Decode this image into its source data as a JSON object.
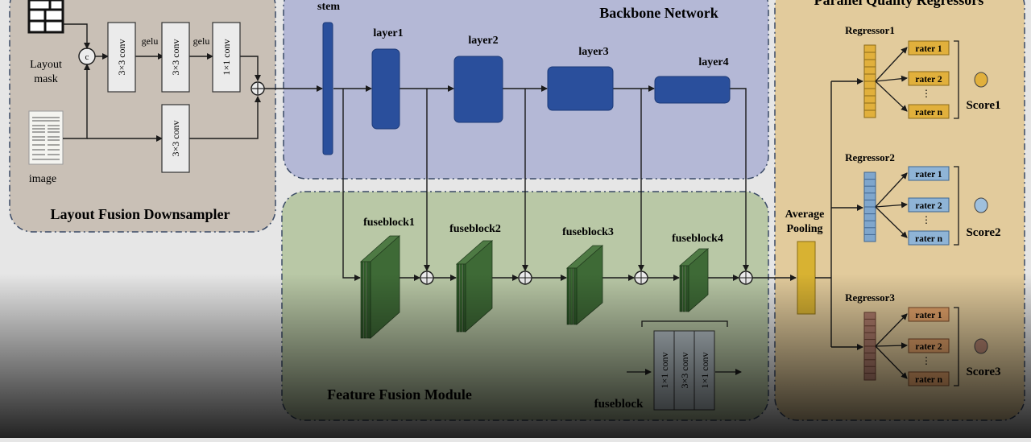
{
  "colors": {
    "background": "#e6e6e6",
    "layout_panel": "#c9c0b6",
    "backbone_panel": "#b4b8d6",
    "fusion_panel": "#b9c8a6",
    "regressor_panel": "#e2cb9c",
    "backbone_block": "#2a4f9c",
    "fuse_block": "#2f5a2a",
    "pool_block": "#d8b232",
    "reg1": "#e1b03c",
    "reg2": "#7fa6cc",
    "reg3": "#b07d6c"
  },
  "layout_fusion": {
    "title": "Layout Fusion Downsampler",
    "mask_label_line1": "Layout",
    "mask_label_line2": "mask",
    "image_label": "image",
    "concat_symbol": "c",
    "conv1": "3×3 conv",
    "conv2": "3×3 conv",
    "conv3": "1×1 conv",
    "conv_bottom": "3×3 conv",
    "act1": "gelu",
    "act2": "gelu"
  },
  "backbone": {
    "title": "Backbone Network",
    "stem": "stem",
    "layers": [
      "layer1",
      "layer2",
      "layer3",
      "layer4"
    ]
  },
  "fusion": {
    "title": "Feature Fusion Module",
    "blocks": [
      "fuseblock1",
      "fuseblock2",
      "fuseblock3",
      "fuseblock4"
    ],
    "detail_label": "fuseblock",
    "detail_convs": [
      "1×1 conv",
      "3×3 conv",
      "1×1 conv"
    ]
  },
  "regressors": {
    "title": "Parallel Quality Regressors",
    "pooling_line1": "Average",
    "pooling_line2": "Pooling",
    "groups": [
      {
        "name": "Regressor1",
        "score": "Score1",
        "raters": [
          "rater 1",
          "rater 2",
          "rater n"
        ]
      },
      {
        "name": "Regressor2",
        "score": "Score2",
        "raters": [
          "rater 1",
          "rater 2",
          "rater n"
        ]
      },
      {
        "name": "Regressor3",
        "score": "Score3",
        "raters": [
          "rater 1",
          "rater 2",
          "rater n"
        ]
      }
    ],
    "ellipsis": "⋮"
  }
}
